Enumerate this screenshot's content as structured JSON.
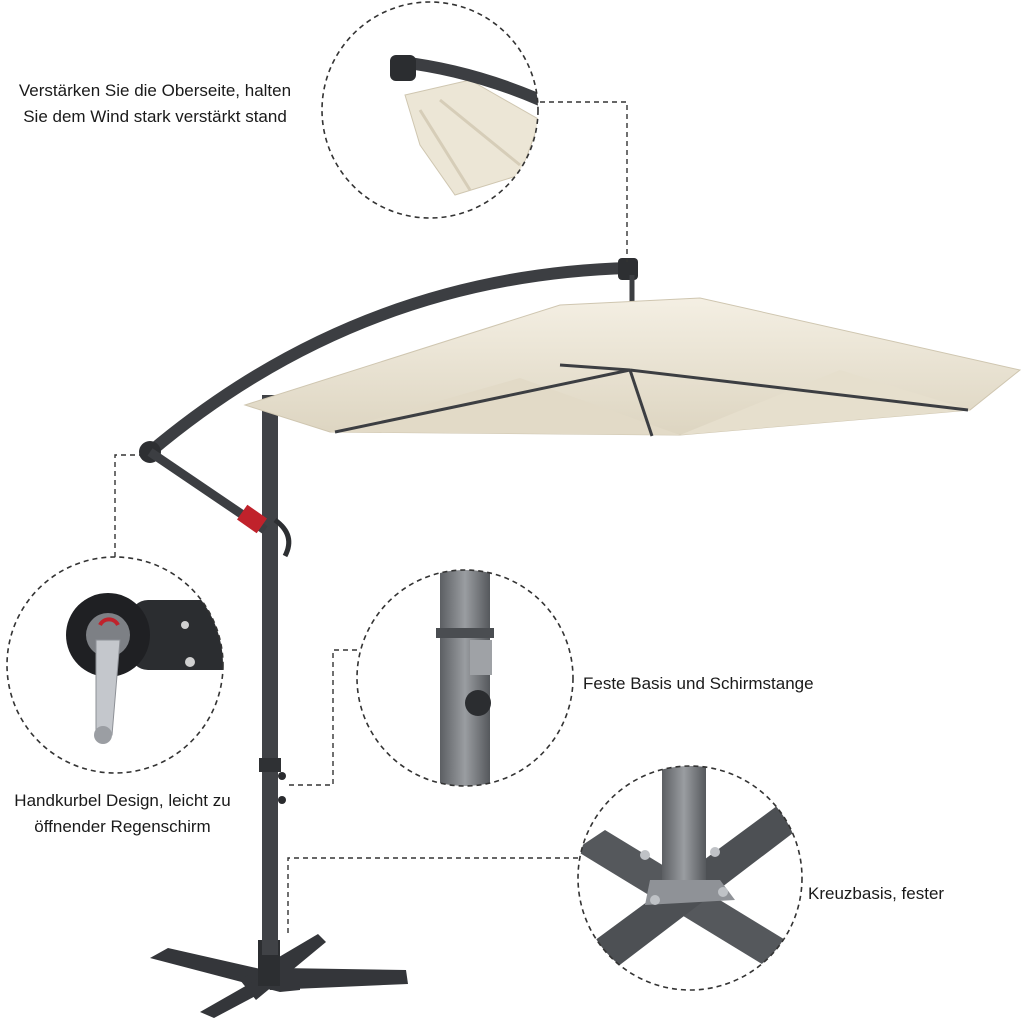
{
  "captions": {
    "top": "Verstärken Sie die Oberseite, halten\nSie dem Wind stark verstärkt stand",
    "crank": "Handkurbel Design, leicht zu\nöffnender Regenschirm",
    "base": "Feste Basis und Schirmstange",
    "cross": "Kreuzbasis, fester"
  },
  "colors": {
    "canopy": "#ece6d6",
    "canopy_shade": "#ddd5c1",
    "frame": "#3c3e42",
    "crank_accent": "#c0222b",
    "callout_dash": "#333333"
  }
}
